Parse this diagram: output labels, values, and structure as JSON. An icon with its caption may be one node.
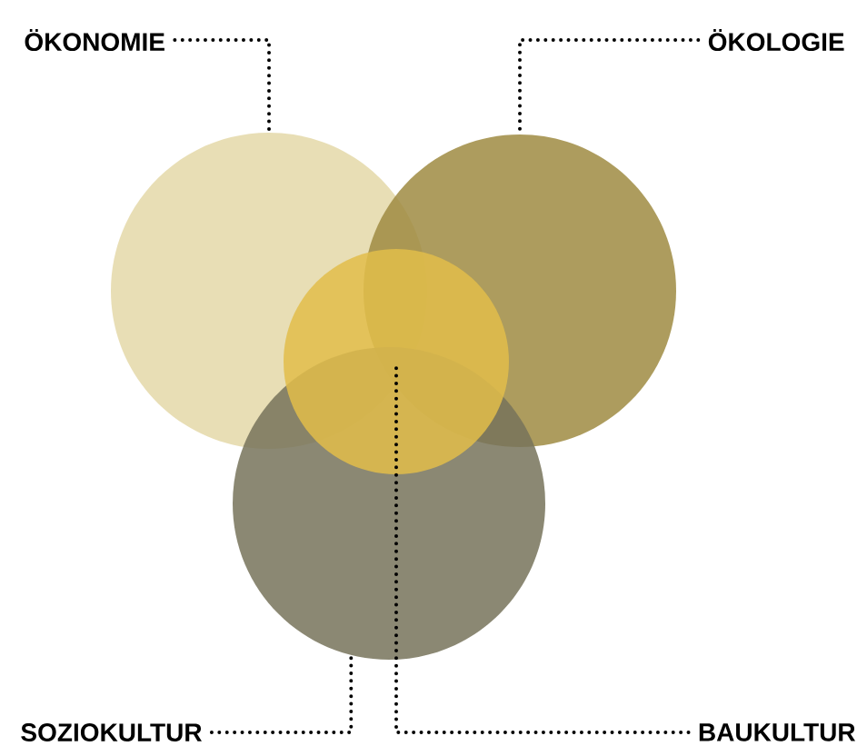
{
  "diagram": {
    "nodes": [
      {
        "text": [
          "ÖKONOMIE"
        ]
      },
      {
        "text": [
          "ÖKOLOGIE"
        ]
      },
      {
        "text": [],
        "shape": "circle"
      },
      {
        "text": [],
        "shape": "circle"
      },
      {
        "text": [],
        "shape": "circle"
      },
      {
        "text": [],
        "shape": "circle"
      },
      {
        "text": [
          "SOZIOKULTUR"
        ]
      },
      {
        "text": [
          "BAUKULTUR"
        ]
      }
    ],
    "edges": [
      {
        "from": 0,
        "to": 2,
        "arrow": "none"
      },
      {
        "from": 1,
        "to": 3,
        "arrow": "none"
      },
      {
        "from": 6,
        "to": 5,
        "arrow": "none"
      },
      {
        "from": 7,
        "to": 4,
        "arrow": "none"
      }
    ]
  }
}
